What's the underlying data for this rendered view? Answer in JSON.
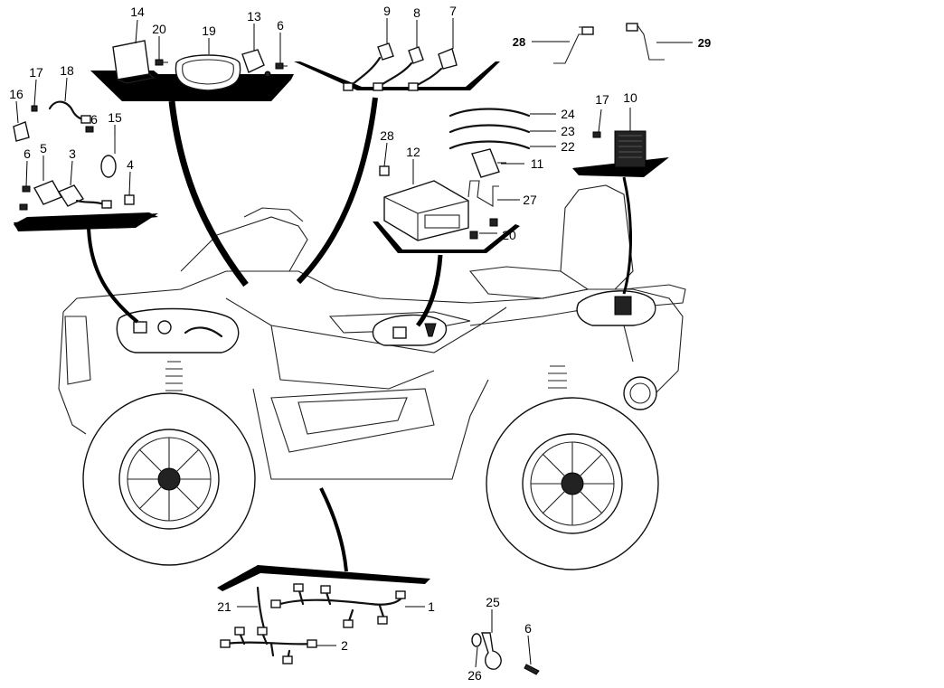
{
  "callouts": {
    "c1": "1",
    "c2": "2",
    "c3": "3",
    "c4": "4",
    "c5": "5",
    "c6a": "6",
    "c6b": "6",
    "c6c": "6",
    "c6d": "6",
    "c7": "7",
    "c8": "8",
    "c9": "9",
    "c10": "10",
    "c11": "11",
    "c12": "12",
    "c13": "13",
    "c14": "14",
    "c15": "15",
    "c16": "16",
    "c17a": "17",
    "c17b": "17",
    "c18": "18",
    "c19": "19",
    "c20a": "20",
    "c20b": "20",
    "c21": "21",
    "c22": "22",
    "c23": "23",
    "c24": "24",
    "c25": "25",
    "c26": "26",
    "c27": "27",
    "c28a": "28",
    "c28b": "28",
    "c29": "29"
  },
  "colors": {
    "line": "#000000",
    "background": "#ffffff"
  }
}
